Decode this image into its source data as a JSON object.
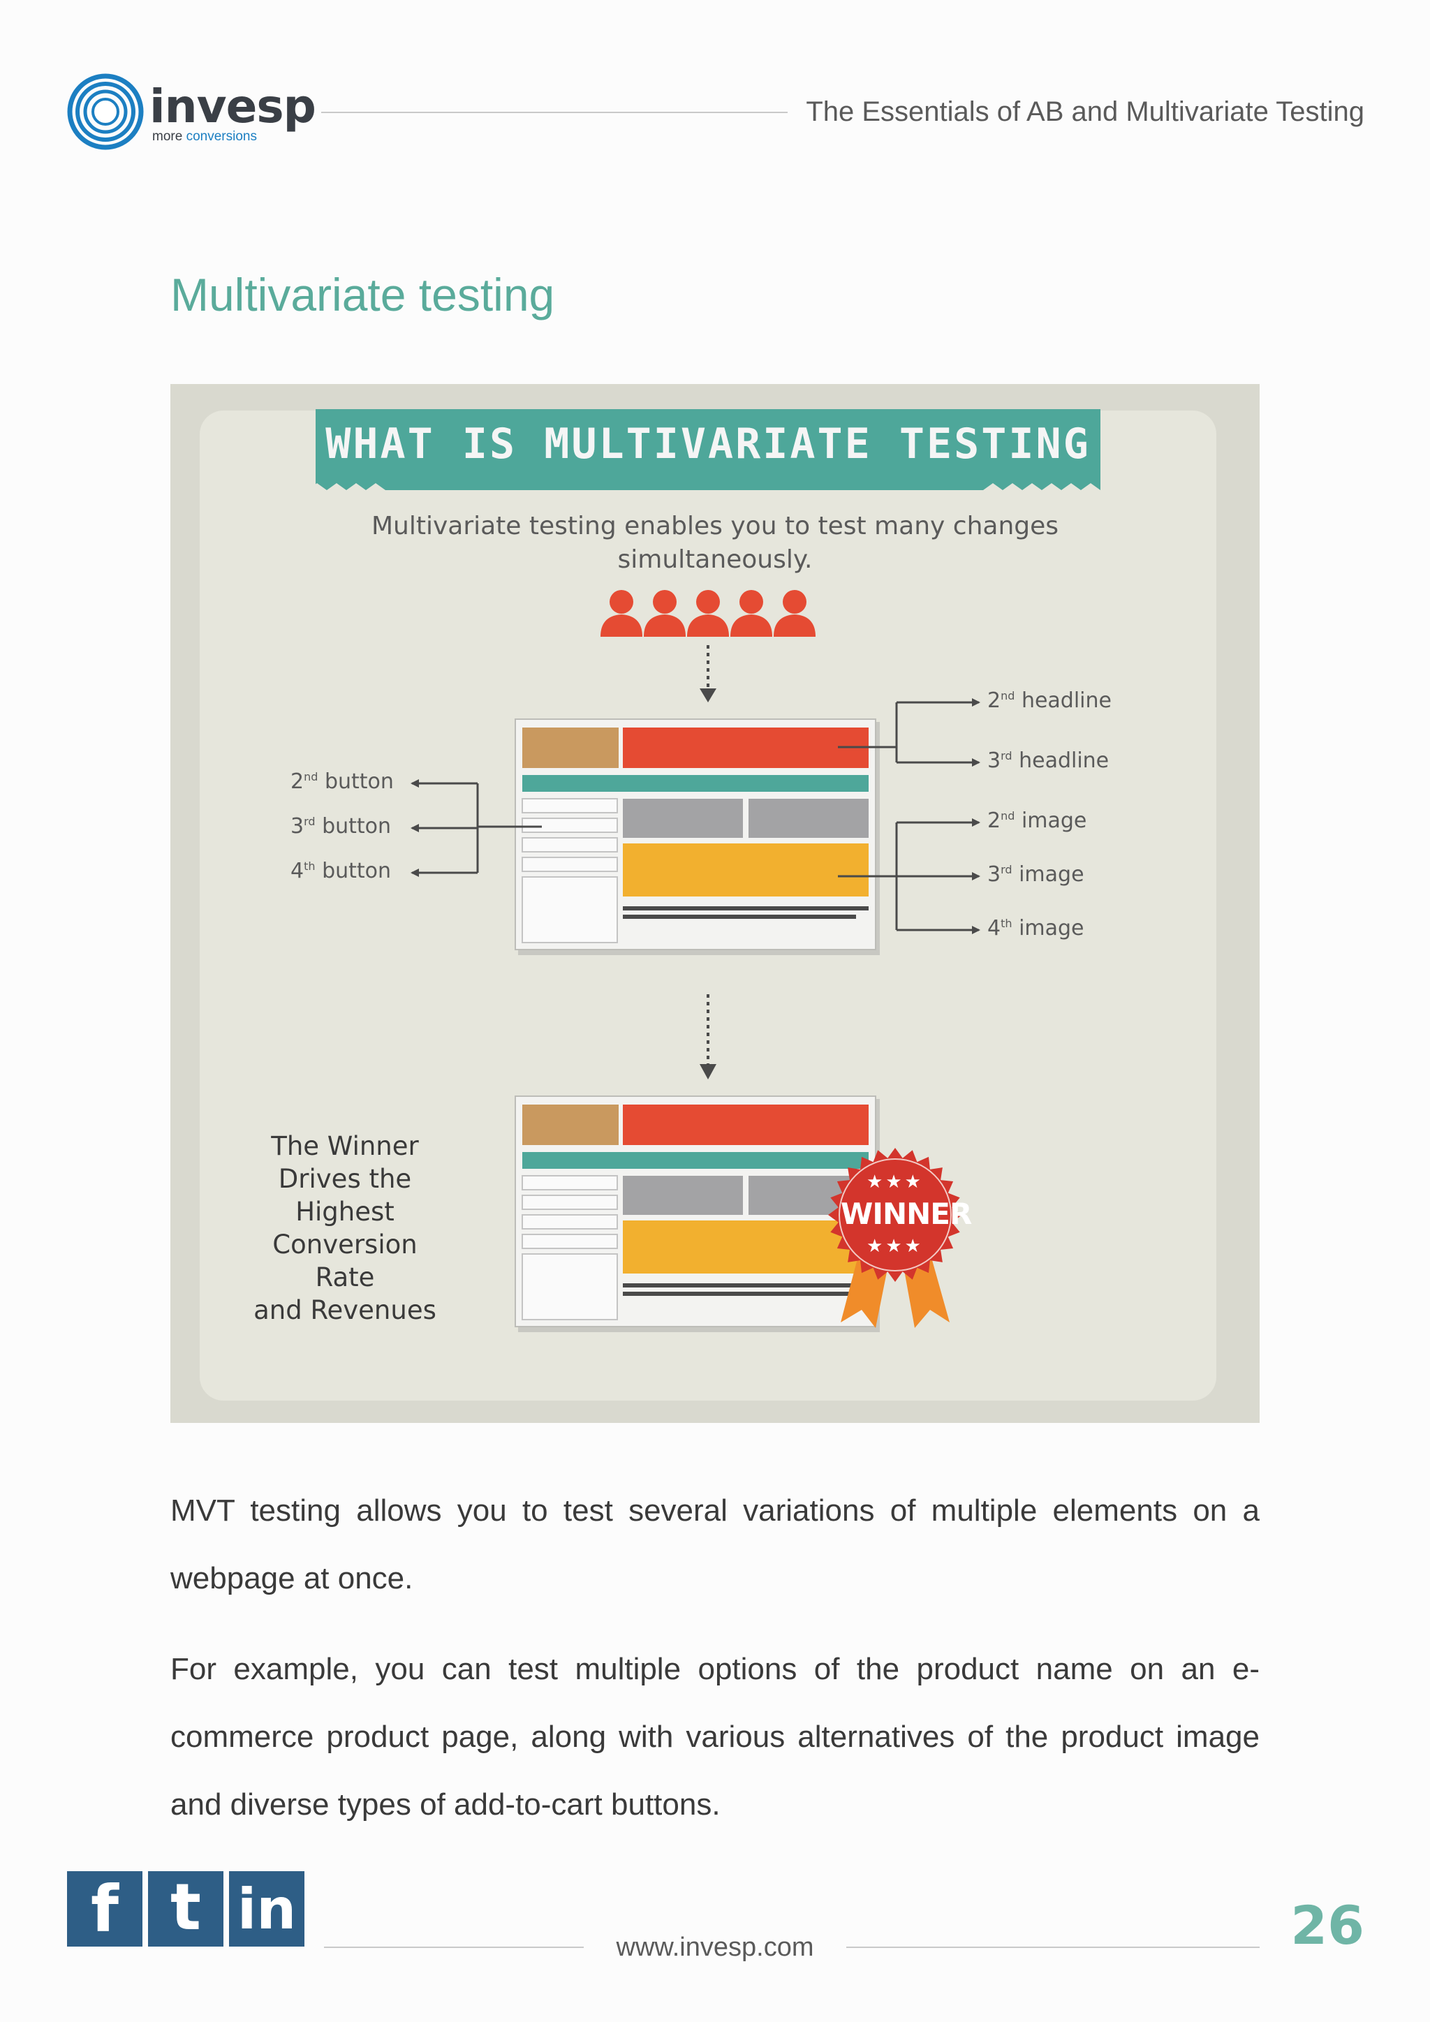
{
  "header": {
    "logo_word": "invesp",
    "logo_tagline_1": "more",
    "logo_tagline_2": "conversions",
    "title": "The Essentials of AB and Multivariate Testing"
  },
  "section_title": "Multivariate testing",
  "infographic": {
    "banner": "WHAT IS MULTIVARIATE TESTING",
    "subtitle": "Multivariate testing enables you to test many changes simultaneously.",
    "left_labels": [
      {
        "ord": "2",
        "suffix": "nd",
        "text": "button"
      },
      {
        "ord": "3",
        "suffix": "rd",
        "text": "button"
      },
      {
        "ord": "4",
        "suffix": "th",
        "text": "button"
      }
    ],
    "right_labels": [
      {
        "ord": "2",
        "suffix": "nd",
        "text": "headline"
      },
      {
        "ord": "3",
        "suffix": "rd",
        "text": "headline"
      },
      {
        "ord": "2",
        "suffix": "nd",
        "text": "image"
      },
      {
        "ord": "3",
        "suffix": "rd",
        "text": "image"
      },
      {
        "ord": "4",
        "suffix": "th",
        "text": "image"
      }
    ],
    "winner_caption": [
      "The Winner",
      "Drives the",
      "Highest",
      "Conversion Rate",
      "and Revenues"
    ],
    "badge_text": "WINNER",
    "badge_stars": "★★★",
    "colors": {
      "teal": "#4ea79a",
      "red": "#e54b33",
      "orange": "#f2b02f",
      "tan": "#c9995f",
      "gray": "#a3a3a5",
      "badge": "#d3352c"
    }
  },
  "body": {
    "paragraph_1": "MVT testing allows you to test several variations of multiple elements on a webpage at once.",
    "paragraph_2": "For example, you can test multiple options of the product name on an e-commerce product page, along with various alternatives of the product image and diverse types of add-to-cart buttons."
  },
  "footer": {
    "social": [
      "f",
      "t",
      "in"
    ],
    "url": "www.invesp.com",
    "page_number": "26"
  }
}
